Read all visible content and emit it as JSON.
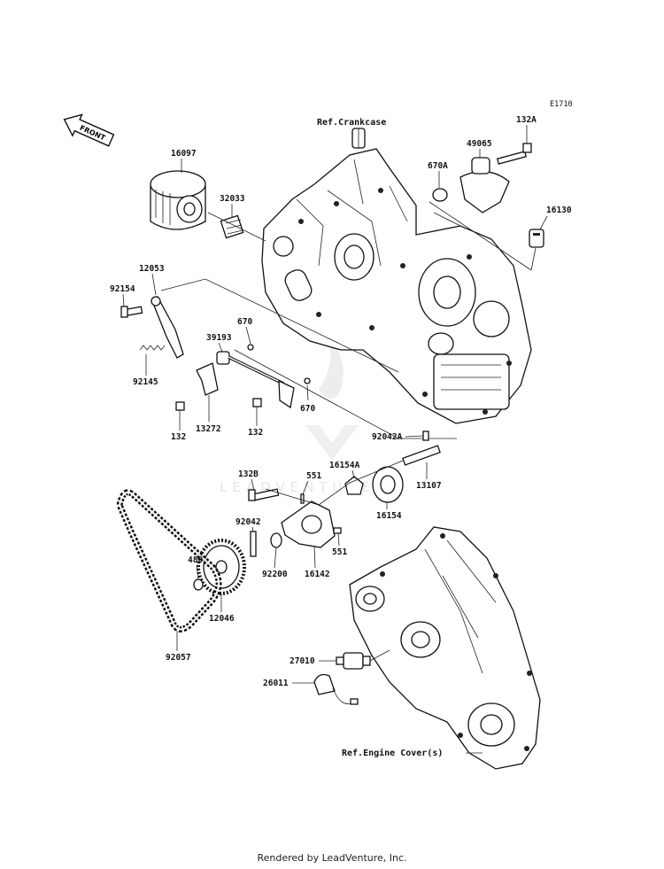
{
  "diagram_code": "E1710",
  "front_arrow": "FRONT",
  "refs": {
    "crankcase": "Ref.Crankcase",
    "engine_cover": "Ref.Engine Cover(s)"
  },
  "watermark": "LEADVENTURE",
  "footer": "Rendered by LeadVenture, Inc.",
  "part_labels": [
    {
      "id": "16097",
      "text": "16097"
    },
    {
      "id": "32033",
      "text": "32033"
    },
    {
      "id": "132A",
      "text": "132A"
    },
    {
      "id": "49065",
      "text": "49065"
    },
    {
      "id": "670A",
      "text": "670A"
    },
    {
      "id": "16130",
      "text": "16130"
    },
    {
      "id": "12053",
      "text": "12053"
    },
    {
      "id": "92154",
      "text": "92154"
    },
    {
      "id": "670-upper",
      "text": "670"
    },
    {
      "id": "39193",
      "text": "39193"
    },
    {
      "id": "92145",
      "text": "92145"
    },
    {
      "id": "670-lower",
      "text": "670"
    },
    {
      "id": "132-left",
      "text": "132"
    },
    {
      "id": "13272",
      "text": "13272"
    },
    {
      "id": "132-right",
      "text": "132"
    },
    {
      "id": "92042A",
      "text": "92042A"
    },
    {
      "id": "16154A",
      "text": "16154A"
    },
    {
      "id": "13107",
      "text": "13107"
    },
    {
      "id": "132B",
      "text": "132B"
    },
    {
      "id": "551-upper",
      "text": "551"
    },
    {
      "id": "16154",
      "text": "16154"
    },
    {
      "id": "92042",
      "text": "92042"
    },
    {
      "id": "551-lower",
      "text": "551"
    },
    {
      "id": "480",
      "text": "480"
    },
    {
      "id": "92200",
      "text": "92200"
    },
    {
      "id": "16142",
      "text": "16142"
    },
    {
      "id": "12046",
      "text": "12046"
    },
    {
      "id": "92057",
      "text": "92057"
    },
    {
      "id": "27010",
      "text": "27010"
    },
    {
      "id": "26011",
      "text": "26011"
    }
  ]
}
